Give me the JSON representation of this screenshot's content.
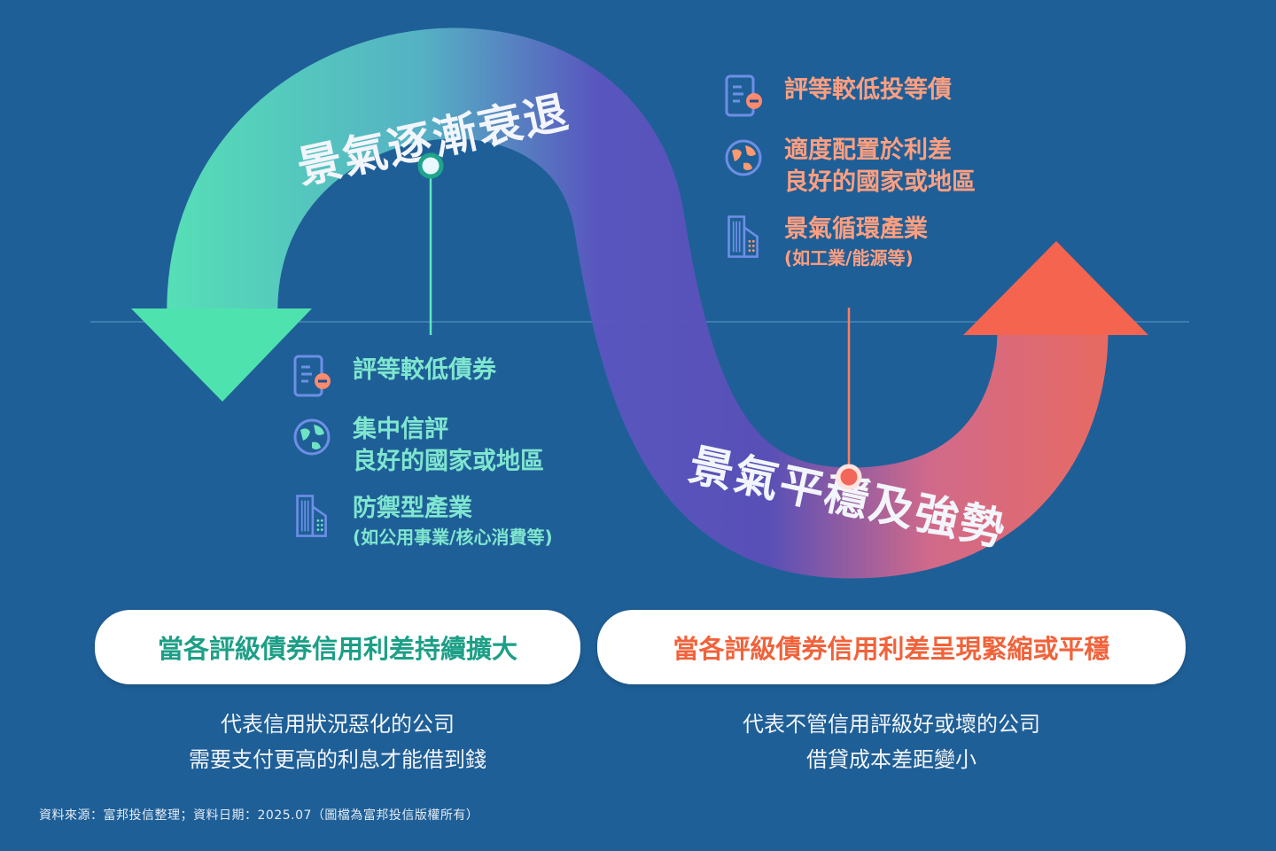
{
  "phases": {
    "decline_label": "景氣逐漸衰退",
    "stable_label": "景氣平穩及強勢"
  },
  "left_items": [
    {
      "icon": "document-minus-icon",
      "line1": "評等較低債券",
      "line2": "",
      "sub": ""
    },
    {
      "icon": "globe-icon",
      "line1": "集中信評",
      "line2": "良好的國家或地區",
      "sub": ""
    },
    {
      "icon": "building-icon",
      "line1": "防禦型產業",
      "line2": "",
      "sub": "(如公用事業/核心消費等)"
    }
  ],
  "right_items": [
    {
      "icon": "document-minus-icon",
      "line1": "評等較低投等債",
      "line2": "",
      "sub": ""
    },
    {
      "icon": "globe-icon",
      "line1": "適度配置於利差",
      "line2": "良好的國家或地區",
      "sub": ""
    },
    {
      "icon": "building-icon",
      "line1": "景氣循環產業",
      "line2": "",
      "sub": "(如工業/能源等)"
    }
  ],
  "pills": {
    "left": "當各評級債券信用利差持續擴大",
    "right": "當各評級債券信用利差呈現緊縮或平穩"
  },
  "descriptions": {
    "left_line1": "代表信用狀況惡化的公司",
    "left_line2": "需要支付更高的利息才能借到錢",
    "right_line1": "代表不管信用評級好或壞的公司",
    "right_line2": "借貸成本差距變小"
  },
  "source_note": "資料來源：富邦投信整理；資料日期：2025.07（圖檔為富邦投信版權所有）",
  "colors": {
    "background": "#1f5f97",
    "green": "#4fe3b5",
    "purple": "#5a4fb8",
    "coral": "#f26a55",
    "left_text": "#7fe6cf",
    "right_text": "#ff9f80"
  }
}
